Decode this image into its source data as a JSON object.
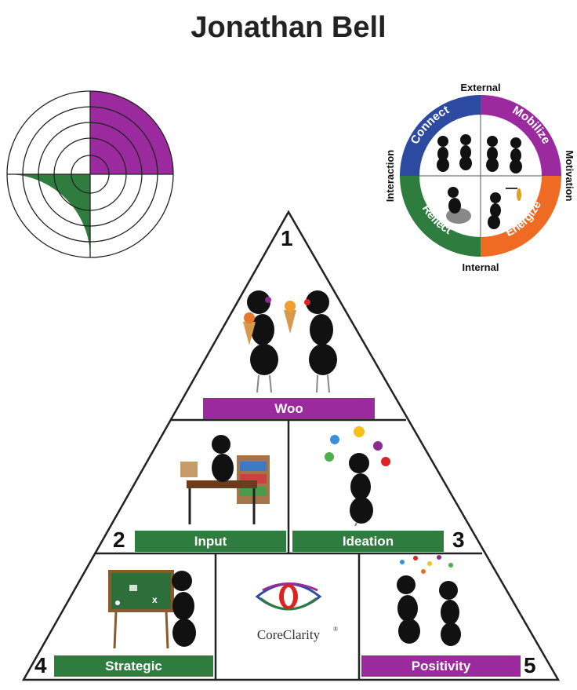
{
  "title": "Jonathan Bell",
  "colors": {
    "purple": "#9b2a9e",
    "green": "#2e7d3e",
    "blue": "#2b4aa0",
    "orange": "#ef6a22"
  },
  "target_wheel": {
    "filled_quadrants": [
      "top-right",
      "bottom-left"
    ],
    "top_right_color": "#9b2a9e",
    "bottom_left_color": "#2e7d3e"
  },
  "motivation_wheel": {
    "axis_labels": {
      "top": "External",
      "bottom": "Internal",
      "left": "Interaction",
      "right": "Motivation"
    },
    "quadrants": [
      {
        "label": "Connect",
        "color": "#2b4aa0"
      },
      {
        "label": "Mobilize",
        "color": "#9b2a9e"
      },
      {
        "label": "Reflect",
        "color": "#2e7d3e"
      },
      {
        "label": "Energize",
        "color": "#ef6a22"
      }
    ]
  },
  "pyramid": {
    "strengths": [
      {
        "rank": "1",
        "name": "Woo",
        "color": "#9b2a9e"
      },
      {
        "rank": "2",
        "name": "Input",
        "color": "#2e7d3e"
      },
      {
        "rank": "3",
        "name": "Ideation",
        "color": "#2e7d3e"
      },
      {
        "rank": "4",
        "name": "Strategic",
        "color": "#2e7d3e"
      },
      {
        "rank": "5",
        "name": "Positivity",
        "color": "#9b2a9e"
      }
    ],
    "logo_text": "CoreClarity",
    "logo_mark": "®"
  }
}
